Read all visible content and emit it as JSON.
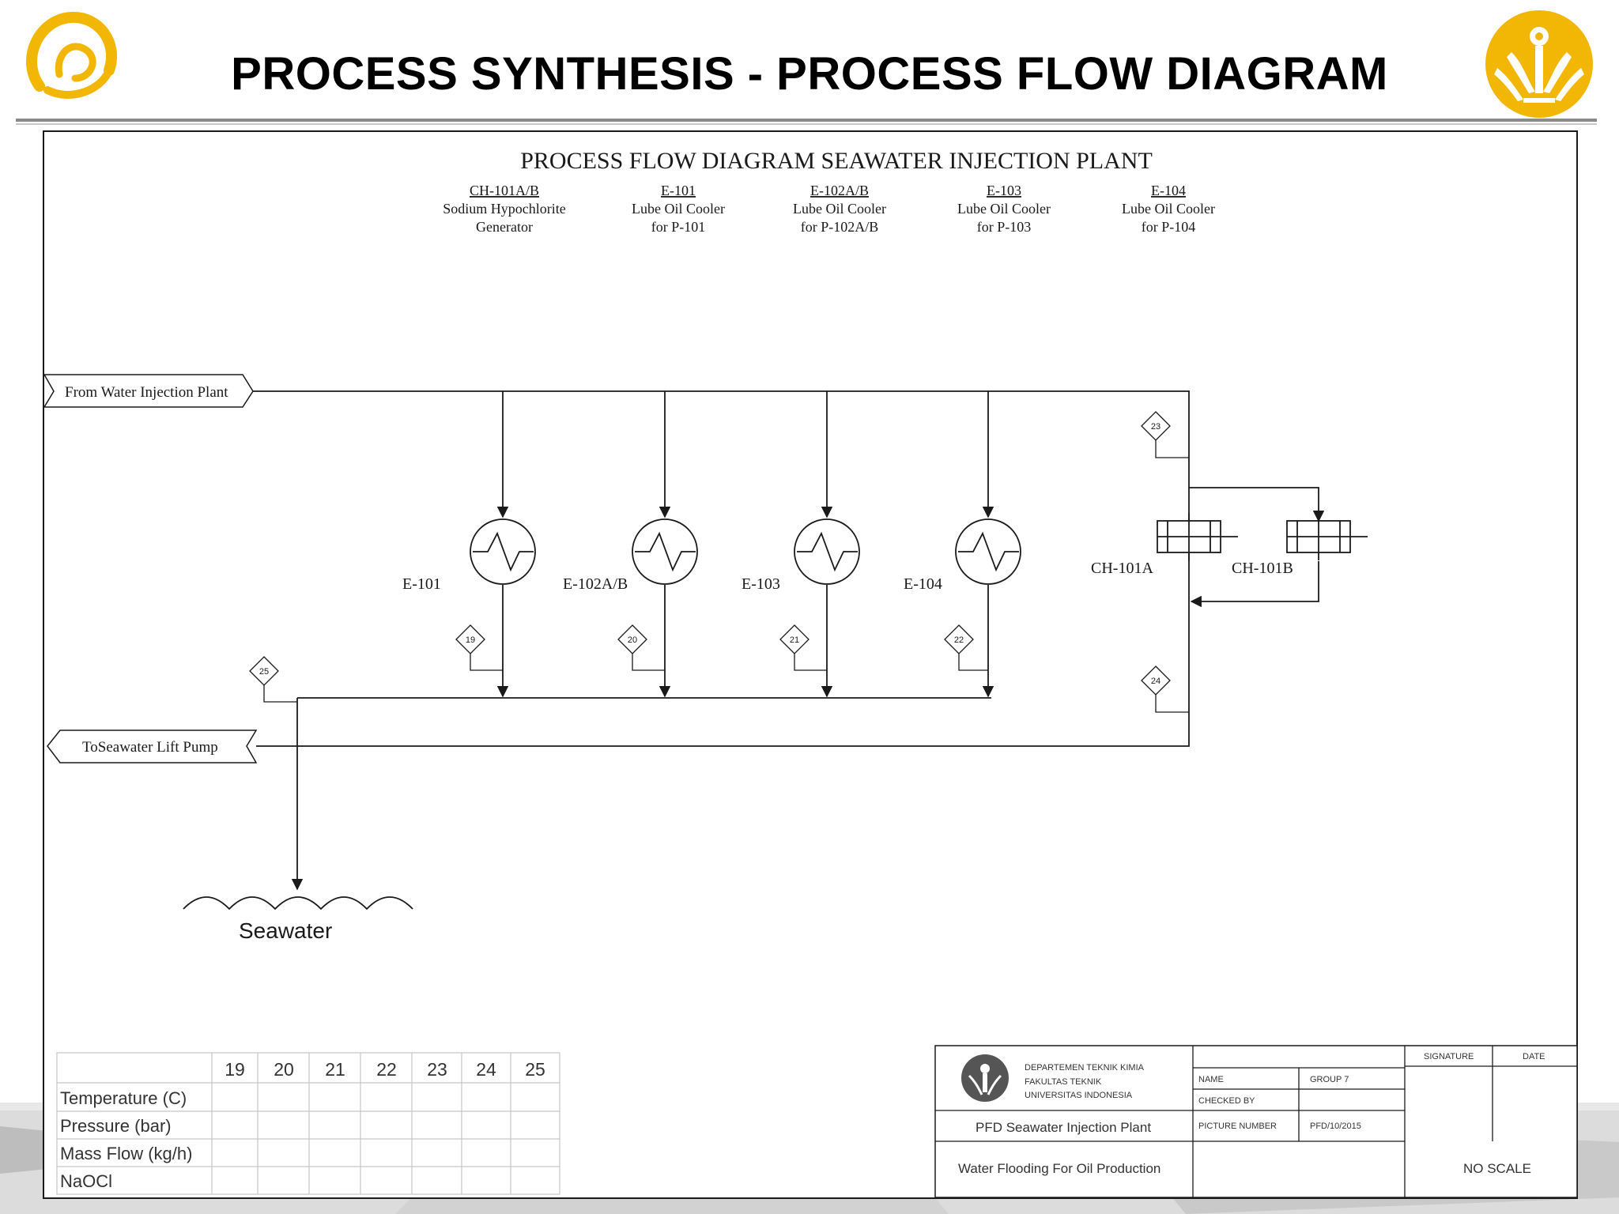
{
  "slide": {
    "title": "PROCESS SYNTHESIS - PROCESS FLOW DIAGRAM"
  },
  "diagram": {
    "title": "PROCESS FLOW DIAGRAM SEAWATER INJECTION PLANT",
    "equipment_legend": [
      {
        "tag": "CH-101A/B",
        "line1": "Sodium Hypochlorite",
        "line2": "Generator"
      },
      {
        "tag": "E-101",
        "line1": "Lube Oil Cooler",
        "line2": "for P-101"
      },
      {
        "tag": "E-102A/B",
        "line1": "Lube Oil Cooler",
        "line2": "for P-102A/B"
      },
      {
        "tag": "E-103",
        "line1": "Lube Oil Cooler",
        "line2": "for P-103"
      },
      {
        "tag": "E-104",
        "line1": "Lube Oil Cooler",
        "line2": "for P-104"
      }
    ],
    "inlet_label": "From Water Injection Plant",
    "outlet_label": "ToSeawater Lift Pump",
    "seawater_label": "Seawater",
    "exchangers": [
      {
        "tag": "E-101",
        "stream": "19"
      },
      {
        "tag": "E-102A/B",
        "stream": "20"
      },
      {
        "tag": "E-103",
        "stream": "21"
      },
      {
        "tag": "E-104",
        "stream": "22"
      }
    ],
    "generators": [
      {
        "tag": "CH-101A"
      },
      {
        "tag": "CH-101B"
      }
    ],
    "stream_tags": {
      "s23": "23",
      "s24": "24",
      "s25": "25"
    }
  },
  "stream_table": {
    "columns": [
      "19",
      "20",
      "21",
      "22",
      "23",
      "24",
      "25"
    ],
    "rows": [
      "Temperature (C)",
      "Pressure (bar)",
      "Mass Flow (kg/h)",
      "NaOCl"
    ]
  },
  "title_block": {
    "dept_line1": "DEPARTEMEN TEKNIK KIMIA",
    "dept_line2": "FAKULTAS TEKNIK",
    "dept_line3": "UNIVERSITAS INDONESIA",
    "drawing_title": "PFD Seawater Injection Plant",
    "project": "Water Flooding For Oil Production",
    "name_label": "NAME",
    "name_value": "GROUP 7",
    "checked_label": "CHECKED BY",
    "picture_number_label": "PICTURE NUMBER",
    "picture_number_value": "PFD/10/2015",
    "signature_label": "SIGNATURE",
    "date_label": "DATE",
    "scale": "NO SCALE"
  },
  "colors": {
    "logo_gold": "#f2b705",
    "line": "#1a1a1a",
    "rule_gray": "#8a8a8a"
  }
}
